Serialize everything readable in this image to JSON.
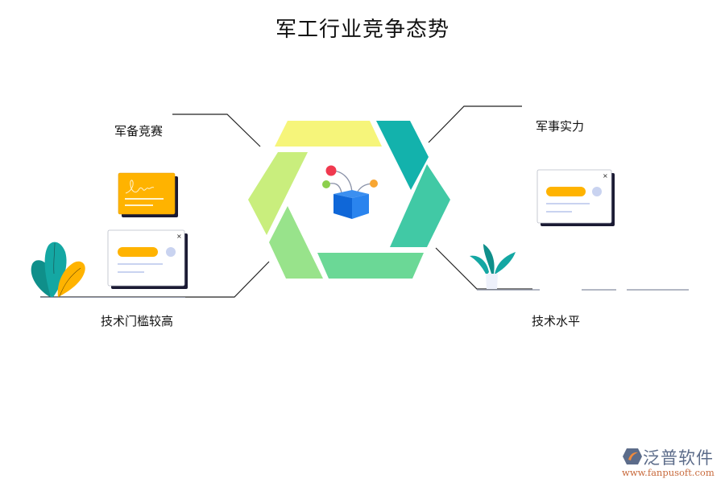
{
  "title": "军工行业竞争态势",
  "labels": {
    "top_left": "军备竞赛",
    "top_right": "军事实力",
    "bottom_left": "技术门槛较高",
    "bottom_right": "技术水平"
  },
  "hexagon_segments": [
    {
      "name": "top",
      "color": "#f6f57a"
    },
    {
      "name": "top-right",
      "color": "#13b2ac"
    },
    {
      "name": "right",
      "color": "#41c9a5"
    },
    {
      "name": "bottom",
      "color": "#6bd896"
    },
    {
      "name": "bottom-left",
      "color": "#98e38b"
    },
    {
      "name": "left",
      "color": "#c9ee7d"
    }
  ],
  "center_icon": "box-with-nodes-icon",
  "colors": {
    "connector_line": "#333333",
    "card_accent": "#ffb300",
    "card_shadow": "#1a1a33",
    "box_blue": "#1a76e0"
  },
  "logo": {
    "name": "泛普软件",
    "url": "www.fanpusoft.com"
  }
}
